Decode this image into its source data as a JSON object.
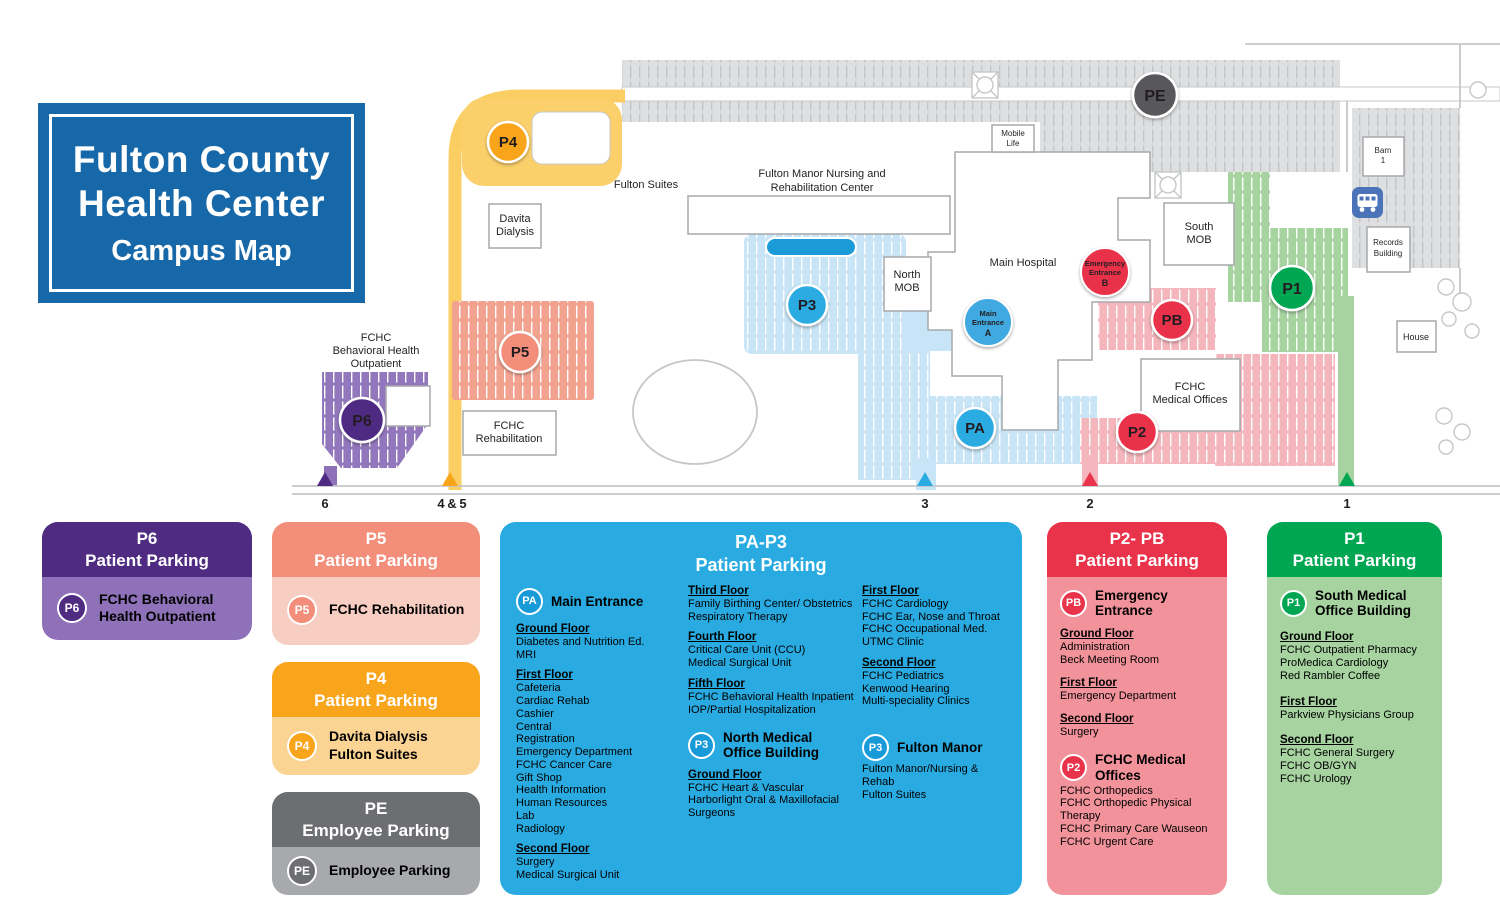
{
  "palette": {
    "title_blue": "#1768A8",
    "blue": "#29ABE2",
    "pool_blue": "#1B9CD8",
    "red": "#E9334A",
    "green": "#00A651",
    "orange": "#F9A51B",
    "salmon": "#F28E79",
    "purple": "#4F2C82",
    "gray": "#6D6E71",
    "light_blue_lot": "#C7E5F6",
    "light_pink_lot": "#F4B6BC",
    "light_green_lot": "#A6D3A0",
    "light_salmon_lot": "#F2A38F",
    "light_purple_lot": "#9377BC",
    "light_gray_lot": "#DEDFE0"
  },
  "title": {
    "line1": "Fulton County",
    "line2": "Health Center",
    "subtitle": "Campus Map"
  },
  "map": {
    "labels": {
      "fulton_suites": "Fulton Suites",
      "davita_line1": "Davita",
      "davita_line2": "Dialysis",
      "fulton_manor_line1": "Fulton Manor Nursing and",
      "fulton_manor_line2": "Rehabilitation Center",
      "north_mob_line1": "North",
      "north_mob_line2": "MOB",
      "main_hospital": "Main Hospital",
      "south_mob_line1": "South",
      "south_mob_line2": "MOB",
      "fchc_medical_line1": "FCHC",
      "fchc_medical_line2": "Medical Offices",
      "fchc_rehab_line1": "FCHC",
      "fchc_rehab_line2": "Rehabilitation",
      "behavioral_line1": "FCHC",
      "behavioral_line2": "Behavioral Health",
      "behavioral_line3": "Outpatient",
      "mobile_life_line1": "Mobile",
      "mobile_life_line2": "Life",
      "barn_line1": "Barn",
      "barn_line2": "1",
      "records_line1": "Records",
      "records_line2": "Building",
      "house": "House"
    },
    "markers": {
      "p1": "P1",
      "p2": "P2",
      "p3": "P3",
      "p4": "P4",
      "p5": "P5",
      "p6": "P6",
      "pa": "PA",
      "pb": "PB",
      "pe": "PE",
      "main_entrance_line1": "Main",
      "main_entrance_line2": "Entrance",
      "main_entrance_line3": "A",
      "emergency_entrance_line1": "Emergency",
      "emergency_entrance_line2": "Entrance",
      "emergency_entrance_line3": "B"
    },
    "road_numbers": {
      "r6": "6",
      "r4": "4",
      "r_amp": "&",
      "r5": "5",
      "r3": "3",
      "r2": "2",
      "r1": "1"
    }
  },
  "legend": {
    "p6": {
      "title_line1": "P6",
      "title_line2": "Patient Parking",
      "badge": "P6",
      "lines": [
        "FCHC Behavioral",
        "Health Outpatient"
      ]
    },
    "p5": {
      "title_line1": "P5",
      "title_line2": "Patient Parking",
      "badge": "P5",
      "lines": [
        "FCHC Rehabilitation"
      ]
    },
    "p4": {
      "title_line1": "P4",
      "title_line2": "Patient Parking",
      "badge": "P4",
      "lines": [
        "Davita Dialysis",
        "Fulton Suites"
      ]
    },
    "pe": {
      "title_line1": "PE",
      "title_line2": "Employee Parking",
      "badge": "PE",
      "lines": [
        "Employee Parking"
      ]
    },
    "pa_p3": {
      "title_line1": "PA-P3",
      "title_line2": "Patient Parking",
      "main_entrance": {
        "badge": "PA",
        "title": "Main Entrance",
        "ground_heading": "Ground Floor",
        "ground_items": [
          "Diabetes and Nutrition Ed.",
          "MRI"
        ],
        "first_heading": "First Floor",
        "first_items": [
          "Cafeteria",
          "Cardiac Rehab",
          "Cashier",
          "Central",
          "Registration",
          "Emergency Department",
          "FCHC Cancer Care",
          "Gift Shop",
          "Health Information",
          "Human Resources",
          "Lab",
          "Radiology"
        ],
        "second_heading": "Second Floor",
        "second_items": [
          "Surgery",
          "Medical Surgical Unit"
        ]
      },
      "upper_floors": {
        "third_heading": "Third Floor",
        "third_items": [
          "Family Birthing Center/ Obstetrics",
          "Respiratory Therapy"
        ],
        "fourth_heading": "Fourth Floor",
        "fourth_items": [
          "Critical Care Unit (CCU)",
          "Medical Surgical Unit"
        ],
        "fifth_heading": "Fifth Floor",
        "fifth_items": [
          "FCHC Behavioral Health Inpatient",
          "IOP/Partial Hospitalization"
        ]
      },
      "north_mob": {
        "badge": "P3",
        "title": "North Medical Office Building",
        "ground_heading": "Ground Floor",
        "ground_items": [
          "FCHC Heart & Vascular",
          "Harborlight Oral & Maxillofacial Surgeons"
        ]
      },
      "hospital_floors": {
        "first_heading": "First Floor",
        "first_items": [
          "FCHC Cardiology",
          "FCHC Ear, Nose and Throat",
          "FCHC Occupational Med.",
          "UTMC Clinic"
        ],
        "second_heading": "Second Floor",
        "second_items": [
          "FCHC Pediatrics",
          "Kenwood Hearing",
          "Multi-speciality Clinics"
        ]
      },
      "fulton_manor": {
        "badge": "P3",
        "title": "Fulton Manor",
        "items": [
          "Fulton Manor/Nursing & Rehab",
          "Fulton Suites"
        ]
      }
    },
    "p2_pb": {
      "title_line1": "P2- PB",
      "title_line2": "Patient Parking",
      "emergency": {
        "badge": "PB",
        "title": "Emergency Entrance",
        "ground_heading": "Ground Floor",
        "ground_items": [
          "Administration",
          "Beck Meeting Room"
        ],
        "first_heading": "First Floor",
        "first_items": [
          "Emergency Department"
        ],
        "second_heading": "Second Floor",
        "second_items": [
          "Surgery"
        ]
      },
      "medical_offices": {
        "badge": "P2",
        "title": "FCHC Medical Offices",
        "items": [
          "FCHC Orthopedics",
          "FCHC Orthopedic Physical Therapy",
          "FCHC Primary Care Wauseon",
          "FCHC Urgent Care"
        ]
      }
    },
    "p1": {
      "title_line1": "P1",
      "title_line2": "Patient Parking",
      "south_mob": {
        "badge": "P1",
        "title": "South Medical Office Building",
        "ground_heading": "Ground Floor",
        "ground_items": [
          "FCHC Outpatient Pharmacy",
          "ProMedica Cardiology",
          "Red Rambler Coffee"
        ],
        "first_heading": "First Floor",
        "first_items": [
          "Parkview Physicians Group"
        ],
        "second_heading": "Second Floor",
        "second_items": [
          "FCHC General Surgery",
          "FCHC OB/GYN",
          "FCHC Urology"
        ]
      }
    }
  }
}
